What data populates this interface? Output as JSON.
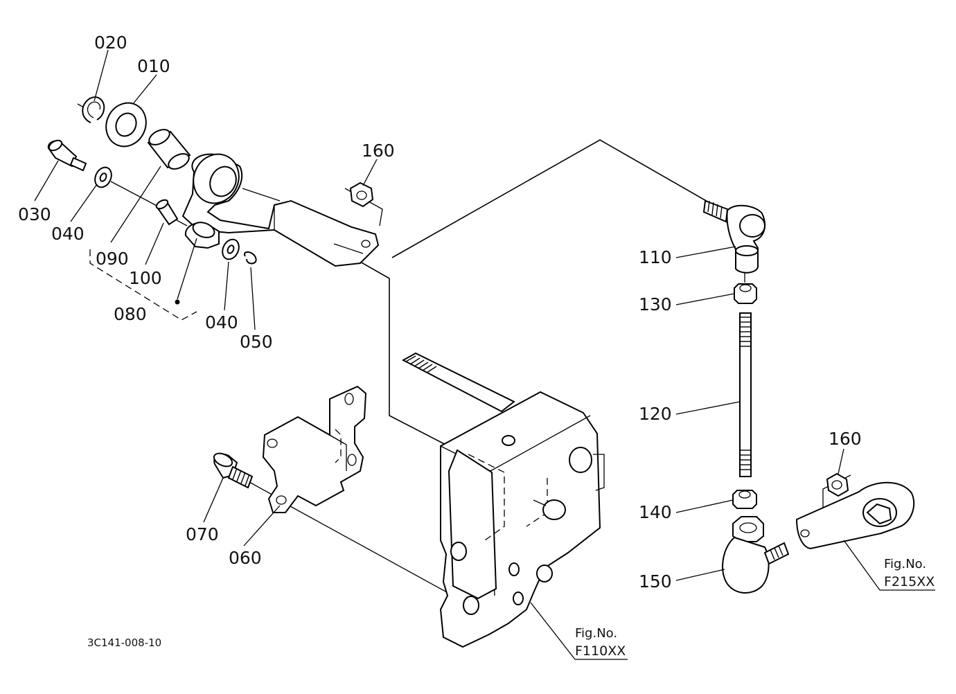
{
  "callouts": {
    "p010": "010",
    "p020": "020",
    "p030": "030",
    "p040_upper": "040",
    "p040_lower": "040",
    "p050": "050",
    "p060": "060",
    "p070": "070",
    "p080": "080",
    "p090": "090",
    "p100": "100",
    "p110": "110",
    "p120": "120",
    "p130": "130",
    "p140": "140",
    "p150": "150",
    "p160_upper": "160",
    "p160_lower": "160"
  },
  "references": {
    "fig_label": "Fig.No.",
    "f110": "F110XX",
    "f215": "F215XX"
  },
  "drawing_id": "3C141-008-10"
}
